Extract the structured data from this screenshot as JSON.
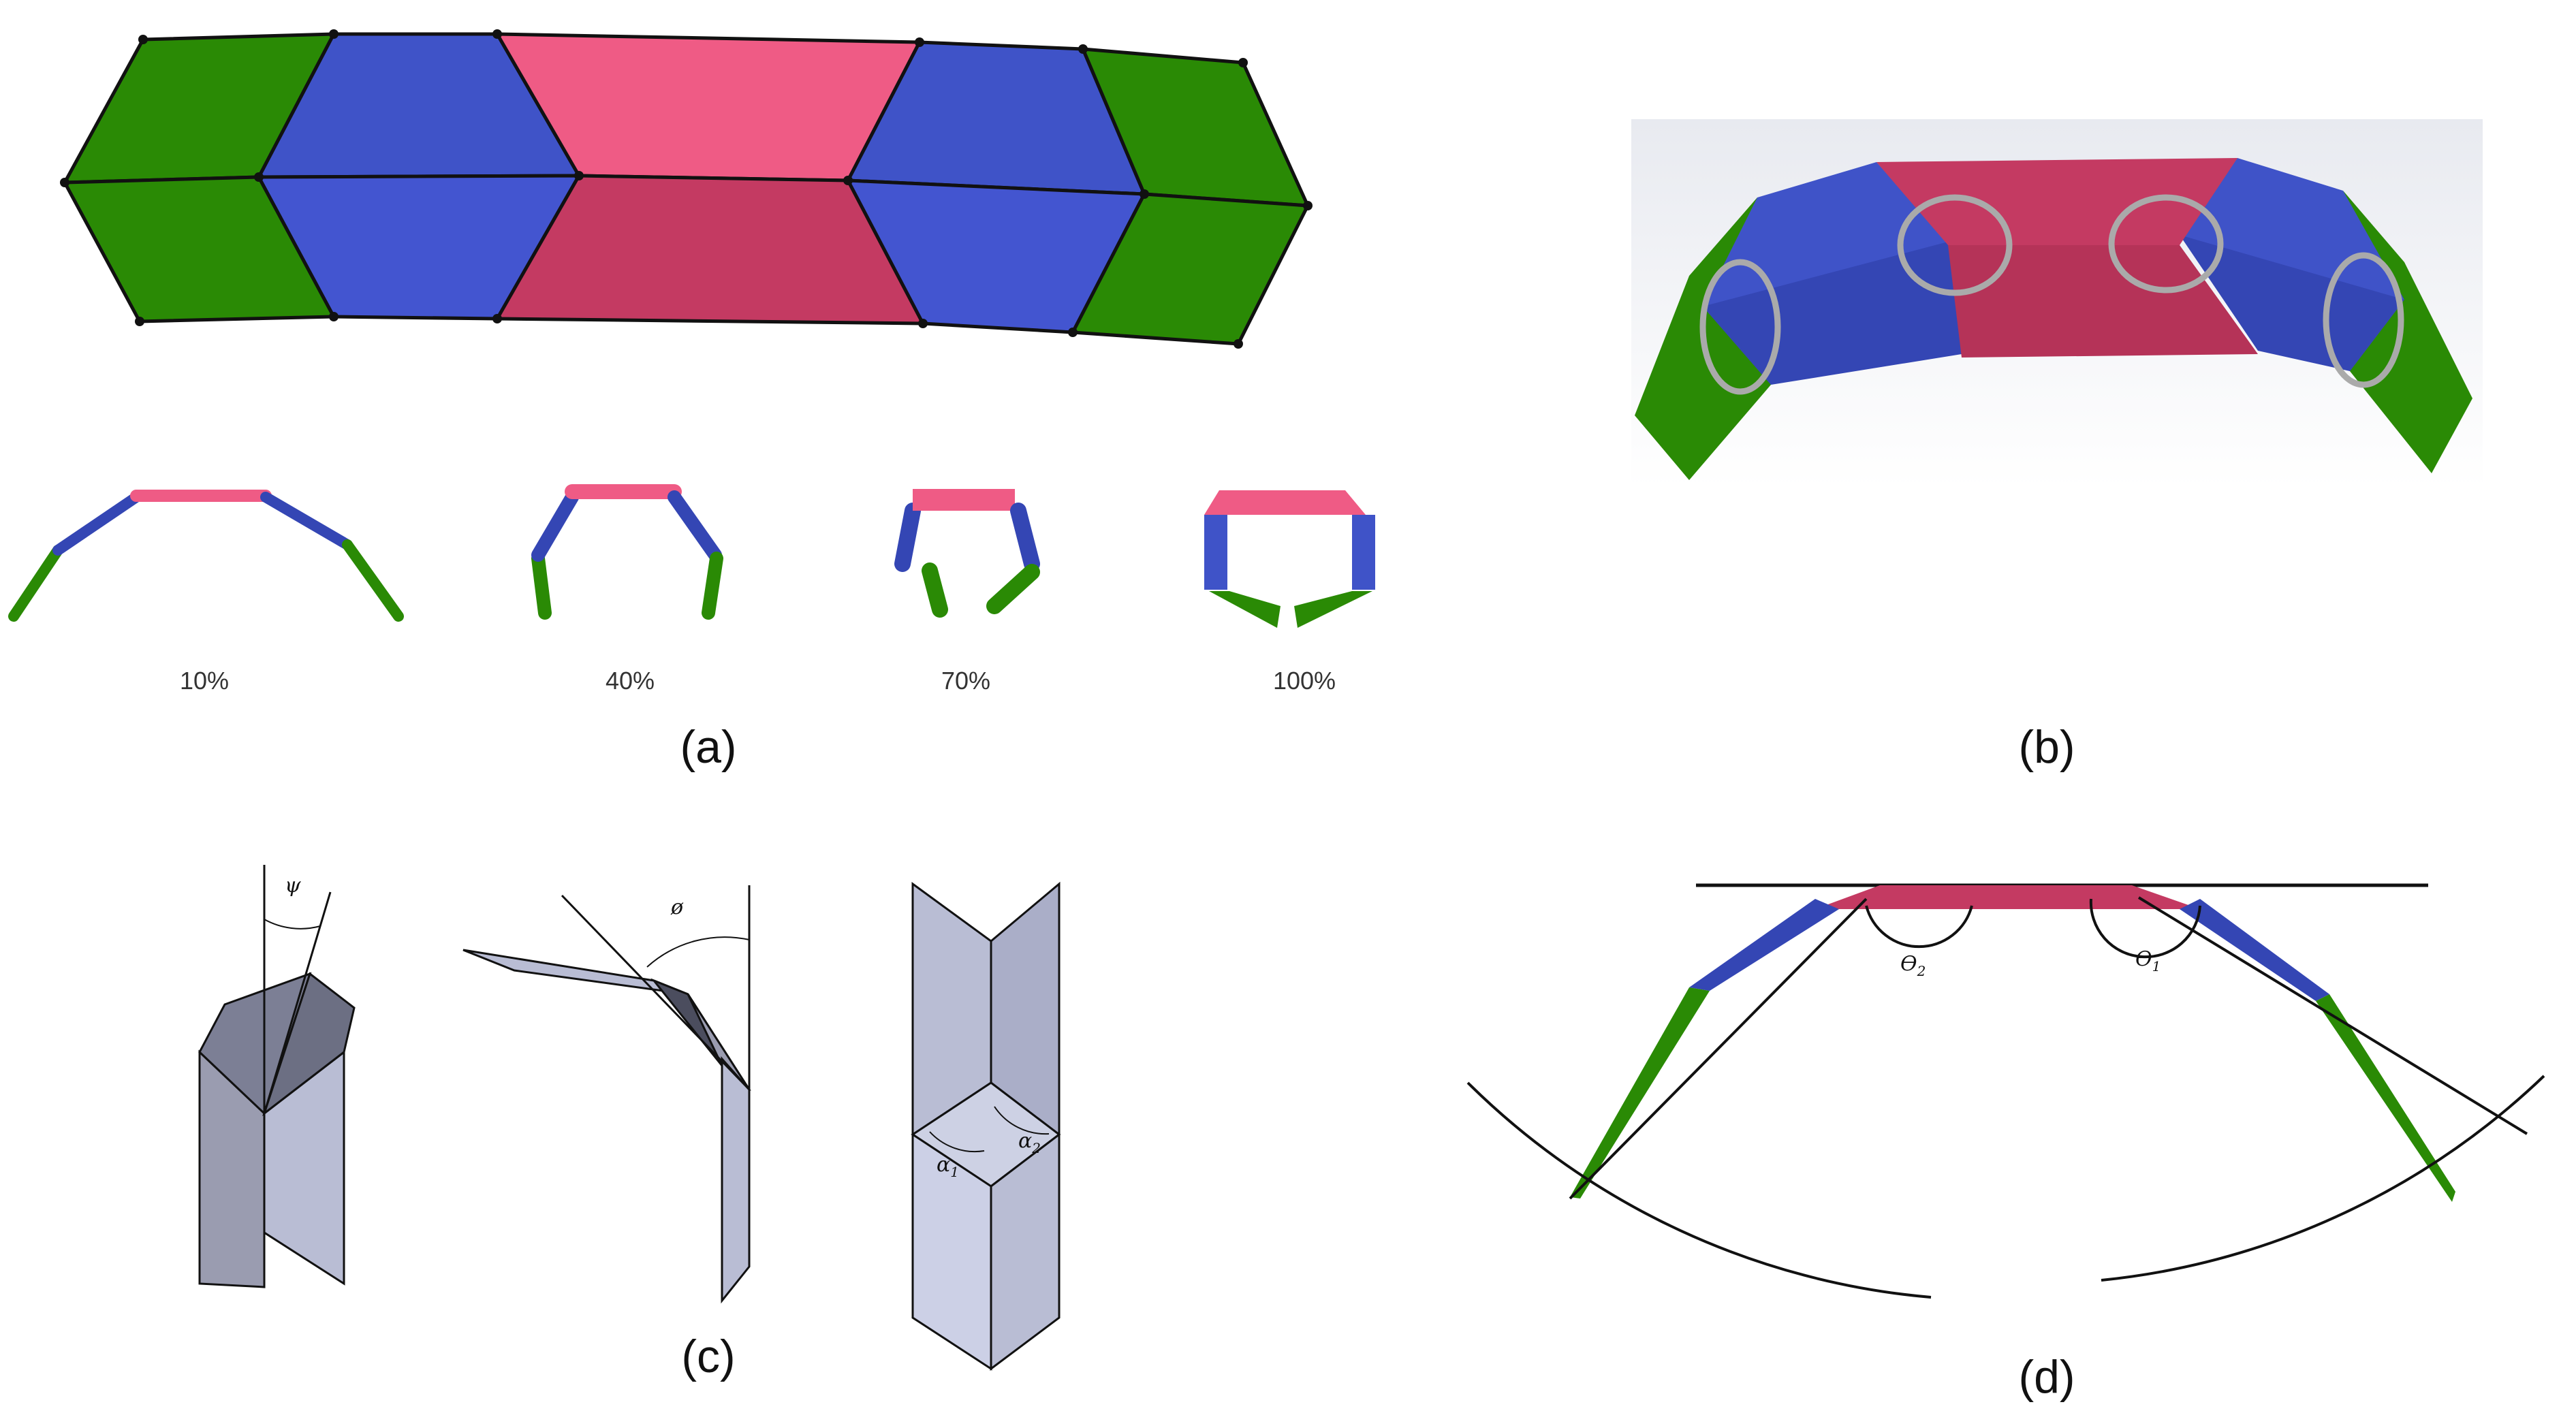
{
  "panels": {
    "a": {
      "caption": "(a)",
      "stages": [
        "10%",
        "40%",
        "70%",
        "100%"
      ]
    },
    "b": {
      "caption": "(b)"
    },
    "c": {
      "caption": "(c)",
      "symbols": {
        "psi": "ψ",
        "phi": "ø",
        "alpha": "α",
        "sub1": "1",
        "sub2": "2"
      }
    },
    "d": {
      "caption": "(d)",
      "symbols": {
        "theta": "ϴ",
        "sub1": "1",
        "sub2": "2"
      }
    }
  },
  "colors": {
    "green": "#2a8a05",
    "blue": "#3f53c8",
    "blue_dark": "#3446b4",
    "pink": "#ef5b85",
    "pink_dark": "#c43a62",
    "panel_grey": "#b9bdd4",
    "panel_dark": "#7c7f95"
  }
}
